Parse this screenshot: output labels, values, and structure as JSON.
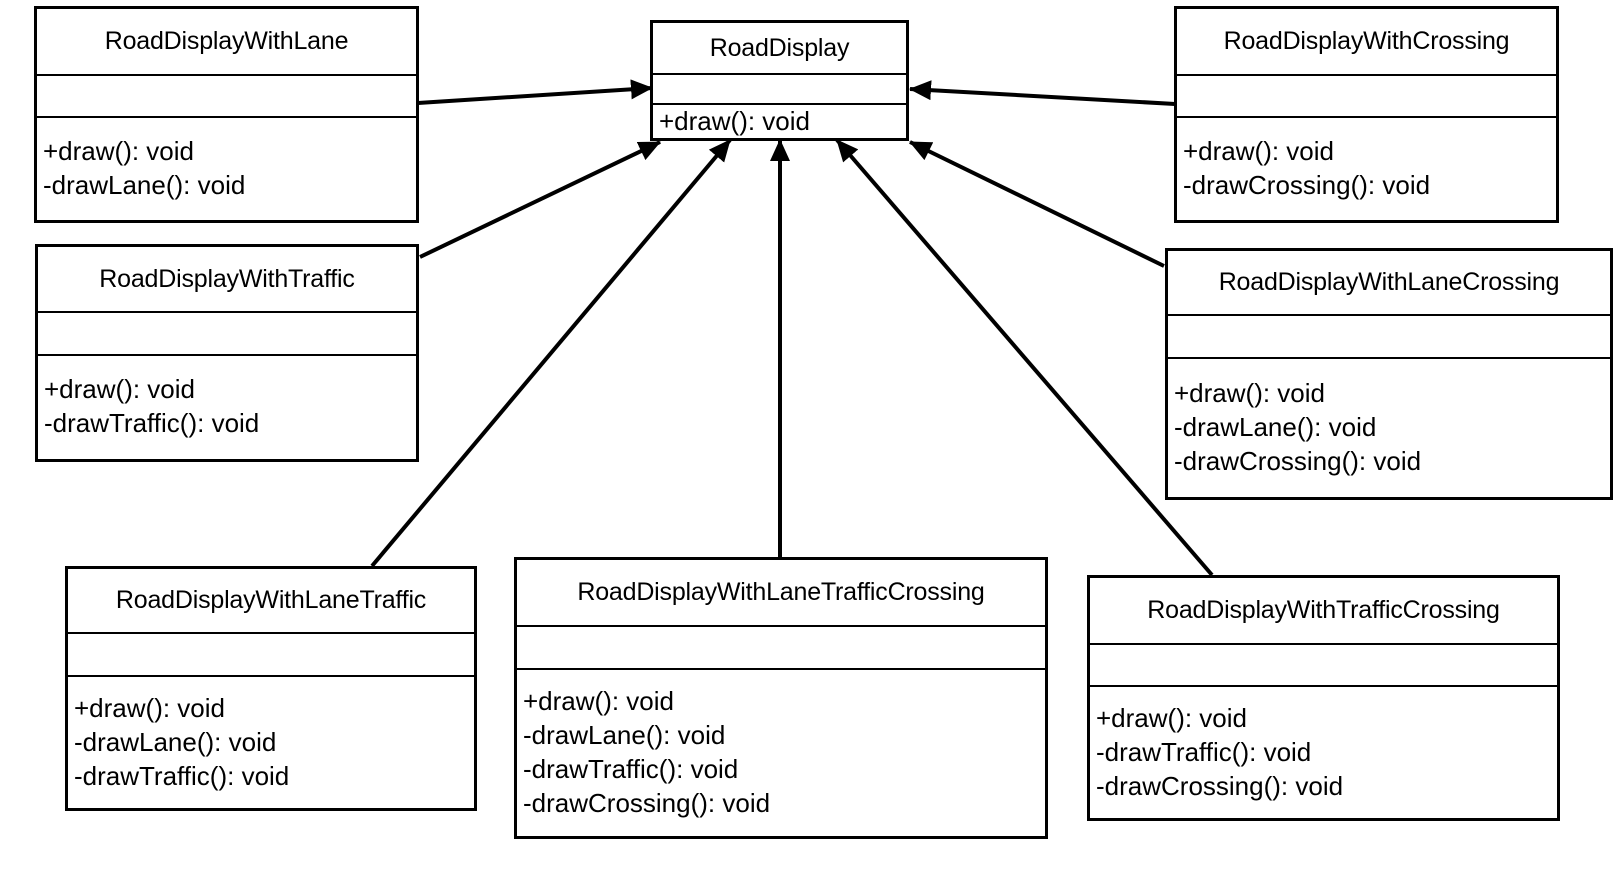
{
  "diagram": {
    "type": "uml-class-diagram",
    "relationship": "generalization",
    "parent": {
      "id": "road-display",
      "name": "RoadDisplay",
      "operations": [
        "+draw(): void"
      ]
    },
    "children": [
      {
        "id": "road-display-with-lane",
        "name": "RoadDisplayWithLane",
        "operations": [
          "+draw(): void",
          "-drawLane(): void"
        ]
      },
      {
        "id": "road-display-with-traffic",
        "name": "RoadDisplayWithTraffic",
        "operations": [
          "+draw(): void",
          "-drawTraffic(): void"
        ]
      },
      {
        "id": "road-display-with-crossing",
        "name": "RoadDisplayWithCrossing",
        "operations": [
          "+draw(): void",
          "-drawCrossing(): void"
        ]
      },
      {
        "id": "road-display-with-lane-crossing",
        "name": "RoadDisplayWithLaneCrossing",
        "operations": [
          "+draw(): void",
          "-drawLane(): void",
          "-drawCrossing(): void"
        ]
      },
      {
        "id": "road-display-with-lane-traffic",
        "name": "RoadDisplayWithLaneTraffic",
        "operations": [
          "+draw(): void",
          "-drawLane(): void",
          "-drawTraffic(): void"
        ]
      },
      {
        "id": "road-display-with-lane-traffic-crossing",
        "name": "RoadDisplayWithLaneTrafficCrossing",
        "operations": [
          "+draw(): void",
          "-drawLane(): void",
          "-drawTraffic(): void",
          "-drawCrossing(): void"
        ]
      },
      {
        "id": "road-display-with-traffic-crossing",
        "name": "RoadDisplayWithTrafficCrossing",
        "operations": [
          "+draw(): void",
          "-drawTraffic(): void",
          "-drawCrossing(): void"
        ]
      }
    ]
  }
}
